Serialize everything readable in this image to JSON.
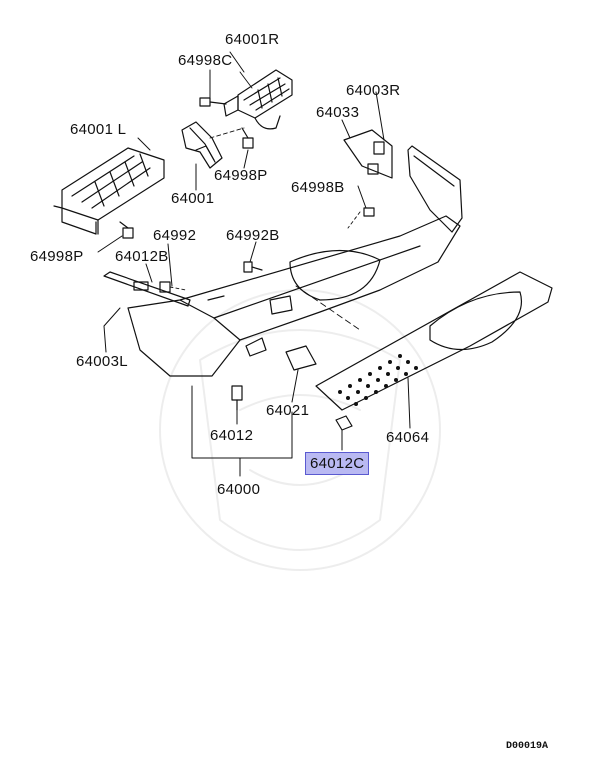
{
  "parts": {
    "p64001R": "64001R",
    "p64998C": "64998C",
    "p64003R": "64003R",
    "p64033": "64033",
    "p64001L": "64001 L",
    "p64001": "64001",
    "p64998P_upper": "64998P",
    "p64998B": "64998B",
    "p64992": "64992",
    "p64992B": "64992B",
    "p64998P_lower": "64998P",
    "p64012B": "64012B",
    "p64003L": "64003L",
    "p64021": "64021",
    "p64012": "64012",
    "p64064": "64064",
    "p64012C": "64012C",
    "p64000": "64000"
  },
  "highlighted_part": "64012C",
  "diagram_code": "D00019A",
  "colors": {
    "highlight": "#b9b9f2",
    "highlight_border": "#5a5ad0",
    "ink": "#111111"
  }
}
